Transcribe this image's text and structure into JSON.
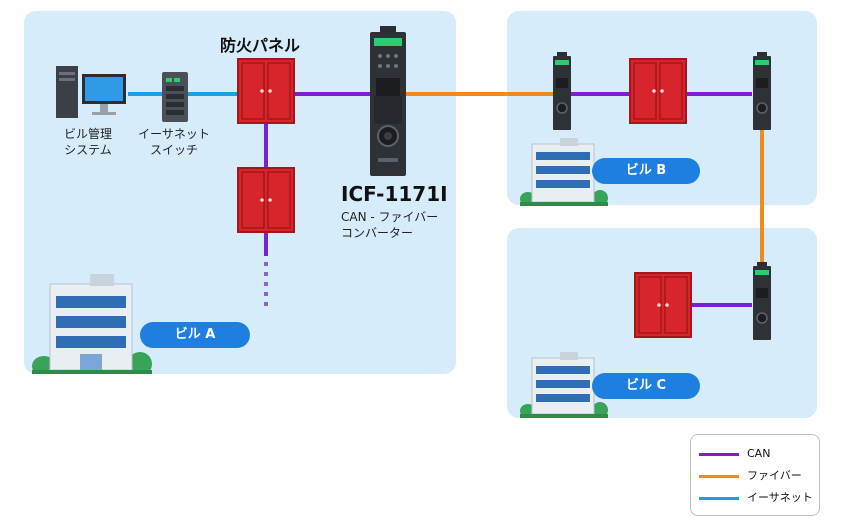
{
  "labels": {
    "fire_panel": "防火パネル",
    "bms_line1": "ビル管理",
    "bms_line2": "システム",
    "switch_line1": "イーサネット",
    "switch_line2": "スイッチ",
    "converter_model": "ICF-1171I",
    "converter_desc_line1": "CAN - ファイバー",
    "converter_desc_line2": "コンバーター"
  },
  "buildings": {
    "a": "ビル A",
    "b": "ビル B",
    "c": "ビル C"
  },
  "legend": [
    {
      "label": "CAN",
      "color": "#7b1fd0"
    },
    {
      "label": "ファイバー",
      "color": "#f08a1c"
    },
    {
      "label": "イーサネット",
      "color": "#1ca0e0"
    }
  ],
  "colors": {
    "zone_bg": "#d6ecfa",
    "panel_red": "#d7252b",
    "badge_blue": "#1e7fe0",
    "can": "#7b1fd0",
    "fiber": "#f08a1c",
    "ethernet": "#1ca0e0"
  }
}
